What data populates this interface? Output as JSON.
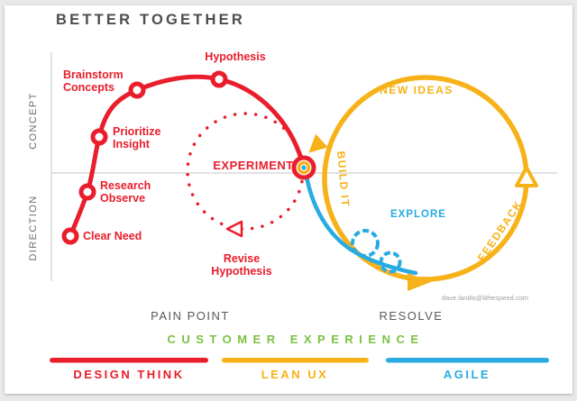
{
  "title": "BETTER TOGETHER",
  "credit": "dave.landis@lithespeed.com",
  "colors": {
    "design_think_red": "#e91d2c",
    "lean_ux_yellow": "#f7b219",
    "agile_blue": "#29abe2",
    "customer_green": "#7cc142",
    "axis_gray": "#58595b",
    "line_gray": "#d9d9d9"
  },
  "axes": {
    "y_top": "CONCEPT",
    "y_bottom": "DIRECTION",
    "x_left": "PAIN POINT",
    "x_right": "RESOLVE",
    "x_axis_title": "CUSTOMER EXPERIENCE"
  },
  "design_think": {
    "step1": "Clear Need",
    "step2_line1": "Research",
    "step2_line2": "Observe",
    "step3_line1": "Prioritize",
    "step3_line2": "Insight",
    "step4_line1": "Brainstorm",
    "step4_line2": "Concepts",
    "step5": "Hypothesis",
    "experiment": "EXPERIMENT",
    "revise_line1": "Revise",
    "revise_line2": "Hypothesis",
    "legend": "DESIGN THINK"
  },
  "lean_ux": {
    "new_ideas": "NEW IDEAS",
    "build_it": "BUILD IT",
    "feedback": "FEEDBACK",
    "legend": "LEAN UX"
  },
  "agile": {
    "explore": "EXPLORE",
    "legend": "AGILE"
  }
}
